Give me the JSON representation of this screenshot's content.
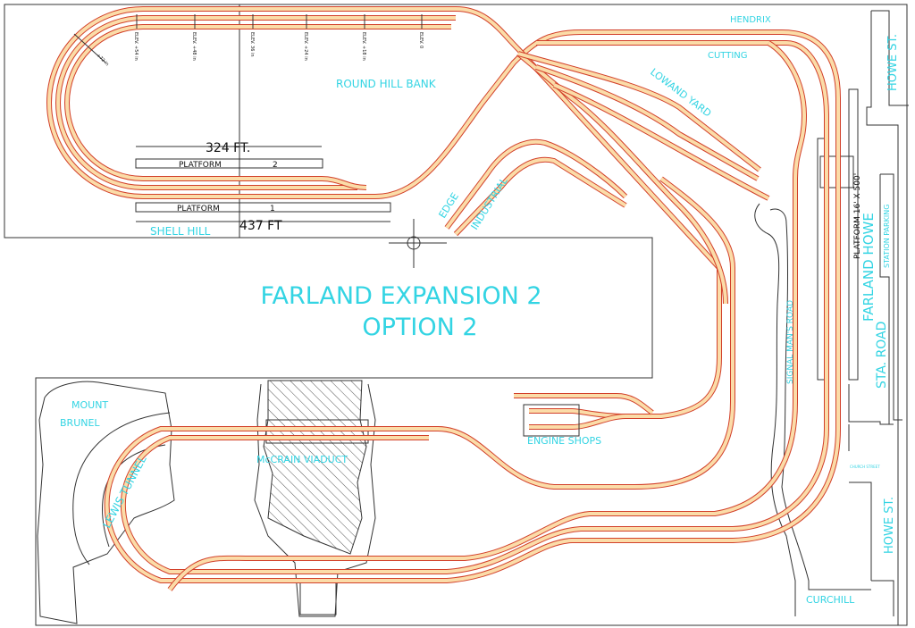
{
  "title": {
    "line1": "FARLAND EXPANSION 2",
    "line2": "OPTION 2"
  },
  "labels": {
    "round_hill_bank": "ROUND HILL BANK",
    "hendrix": "HENDRIX",
    "cutting": "CUTTING",
    "lowand_yard": "LOWAND YARD",
    "edge": "EDGE",
    "industrial": "INDUSTRIAL",
    "shell_hill": "SHELL HILL",
    "signal_mans_road": "SIGNAL MAN'S ROAD",
    "farland_howe": "FARLAND HOWE",
    "station_parking": "STATION PARKING",
    "sta_road": "STA. ROAD",
    "howe_st_top": "HOWE ST.",
    "howe_st_bottom": "HOWE ST.",
    "curchill": "CURCHILL",
    "church_street": "CHURCH STREET",
    "mount": "MOUNT",
    "brunel": "BRUNEL",
    "lewis_tunnel": "LEWIS TUNNEL",
    "mccrain_viaduct": "McCRAIN VIADUCT",
    "engine_shops": "ENGINE SHOPS"
  },
  "platforms": {
    "p2_dimension": "324 FT.",
    "p2_label": "PLATFORM",
    "p2_number": "2",
    "p1_label": "PLATFORM",
    "p1_number": "1",
    "p1_dimension": "437 FT",
    "station_platform": "PLATFORM 16' X 500'"
  },
  "elevations": [
    "+72 in",
    "ELEV. +54 in",
    "ELEV. +48 in",
    "ELEV. 36 in",
    "ELEV. +24 in",
    "ELEV. +18 in",
    "ELEV. 0"
  ],
  "colors": {
    "label": "#33d4e3",
    "rail_edge": "#d2402a",
    "rail_bed": "#fbdca8"
  }
}
